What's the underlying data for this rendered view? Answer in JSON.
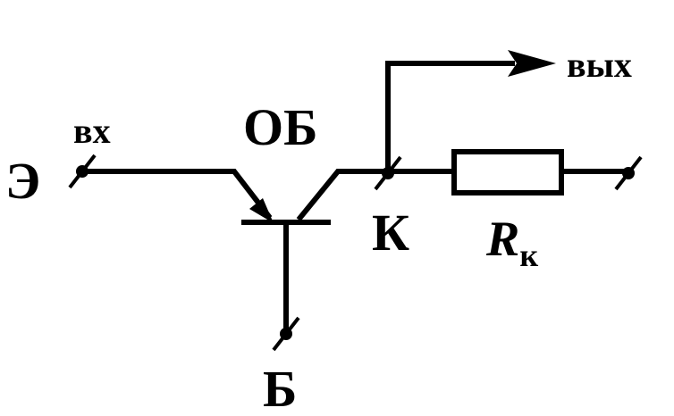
{
  "labels": {
    "emitter": "Э",
    "input": "вх",
    "config": "ОБ",
    "base": "Б",
    "collector": "К",
    "output": "вых",
    "resistor_symbol": "R",
    "resistor_subscript": "к"
  },
  "colors": {
    "ink": "#000000",
    "background": "#ffffff"
  }
}
